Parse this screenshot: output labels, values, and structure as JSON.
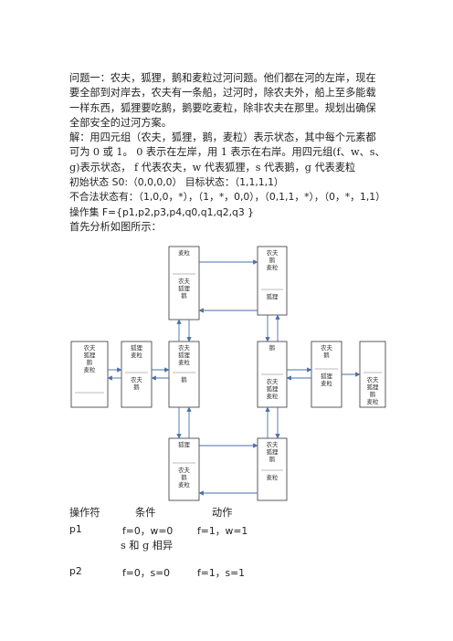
{
  "intro": {
    "problem": "问题一：农夫，狐狸，鹅和麦粒过河问题。他们都在河的左岸，现在要全部到对岸去，农夫有一条船，过河时，除农夫外，船上至多能载一样东西，狐狸要吃鹅，鹅要吃麦粒，除非农夫在那里。规划出确保全部安全的过河方案。",
    "solution": "解：用四元组（农夫，狐狸，鹅，麦粒）表示状态，其中每个元素都可为 0 或 1。 0 表示在左岸，用 1 表示在右岸。用四元组(f、w、s、g)表示状态， f 代表农夫，w 代表狐狸，s 代表鹅，g 代表麦粒",
    "initial": "初始状态 S0:（0,0,0,0） 目标状态：（1,1,1,1）",
    "illegal": "不合法状态有：（1,0,0，*），（1，*，0,0），（0,1,1，*），（0，*，1,1）",
    "opset": "操作集 F={p1,p2,p3,p4,q0,q1,q2,q3 }",
    "analysis": "首先分析如图所示："
  },
  "diagram": {
    "states": [
      {
        "id": "start",
        "top": [
          "农夫",
          "狐狸",
          "鹅",
          "麦粒"
        ],
        "bottom": []
      },
      {
        "id": "s2",
        "top": [
          "狐狸",
          "麦粒"
        ],
        "bottom": [
          "农夫",
          "鹅"
        ]
      },
      {
        "id": "s3",
        "top": [
          "农夫",
          "狐狸",
          "麦粒"
        ],
        "bottom": [
          "鹅"
        ]
      },
      {
        "id": "upL",
        "top": [
          "麦粒"
        ],
        "bottom": [
          "农夫",
          "狐狸",
          "鹅"
        ]
      },
      {
        "id": "upR",
        "top": [
          "农夫",
          "鹅",
          "麦粒"
        ],
        "bottom": [
          "狐狸"
        ]
      },
      {
        "id": "dnL",
        "top": [
          "狐狸"
        ],
        "bottom": [
          "农夫",
          "鹅",
          "麦粒"
        ]
      },
      {
        "id": "dnR",
        "top": [
          "农夫",
          "狐狸",
          "鹅"
        ],
        "bottom": [
          "麦粒"
        ]
      },
      {
        "id": "s4",
        "top": [
          "鹅"
        ],
        "bottom": [
          "农夫",
          "狐狸",
          "麦粒"
        ]
      },
      {
        "id": "s5",
        "top": [
          "农夫",
          "鹅"
        ],
        "bottom": [
          "狐狸",
          "麦粒"
        ]
      },
      {
        "id": "goal",
        "top": [],
        "bottom": [
          "农夫",
          "狐狸",
          "鹅",
          "麦粒"
        ]
      }
    ]
  },
  "operators": {
    "header": {
      "op": "操作符",
      "cond": "条件",
      "act": "动作"
    },
    "rows": [
      {
        "op": "p1",
        "cond": "f=0，w=0",
        "act": "f=1，w=1",
        "note": "s 和 g 相异"
      },
      {
        "op": "p2",
        "cond": "f=0，s=0",
        "act": "f=1，s=1",
        "note": ""
      }
    ]
  }
}
